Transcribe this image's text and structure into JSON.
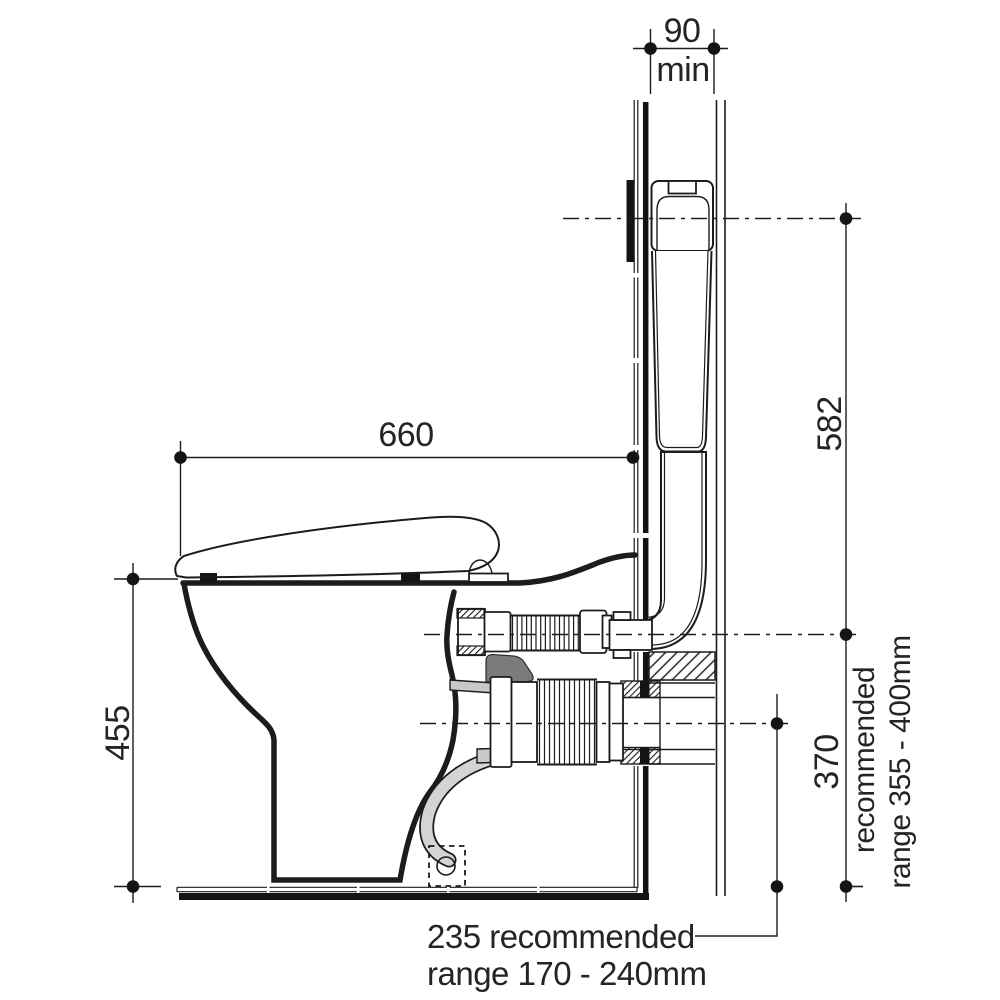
{
  "labels": {
    "cavity_width": "90",
    "cavity_qualifier": "min",
    "pan_depth": "660",
    "seat_height": "455",
    "button_centre_height": "582",
    "inlet_centre_height": "370",
    "inlet_note_line1": "recommended",
    "inlet_note_line2": "range 355 - 400mm",
    "outlet_note_line1": "235 recommended",
    "outlet_note_line2": "range 170 - 240mm"
  },
  "colors": {
    "line": "#1c1c1c",
    "background": "#ffffff",
    "pipe_grey": "#c9c9c9",
    "seal_grey": "#7b7b7b"
  }
}
